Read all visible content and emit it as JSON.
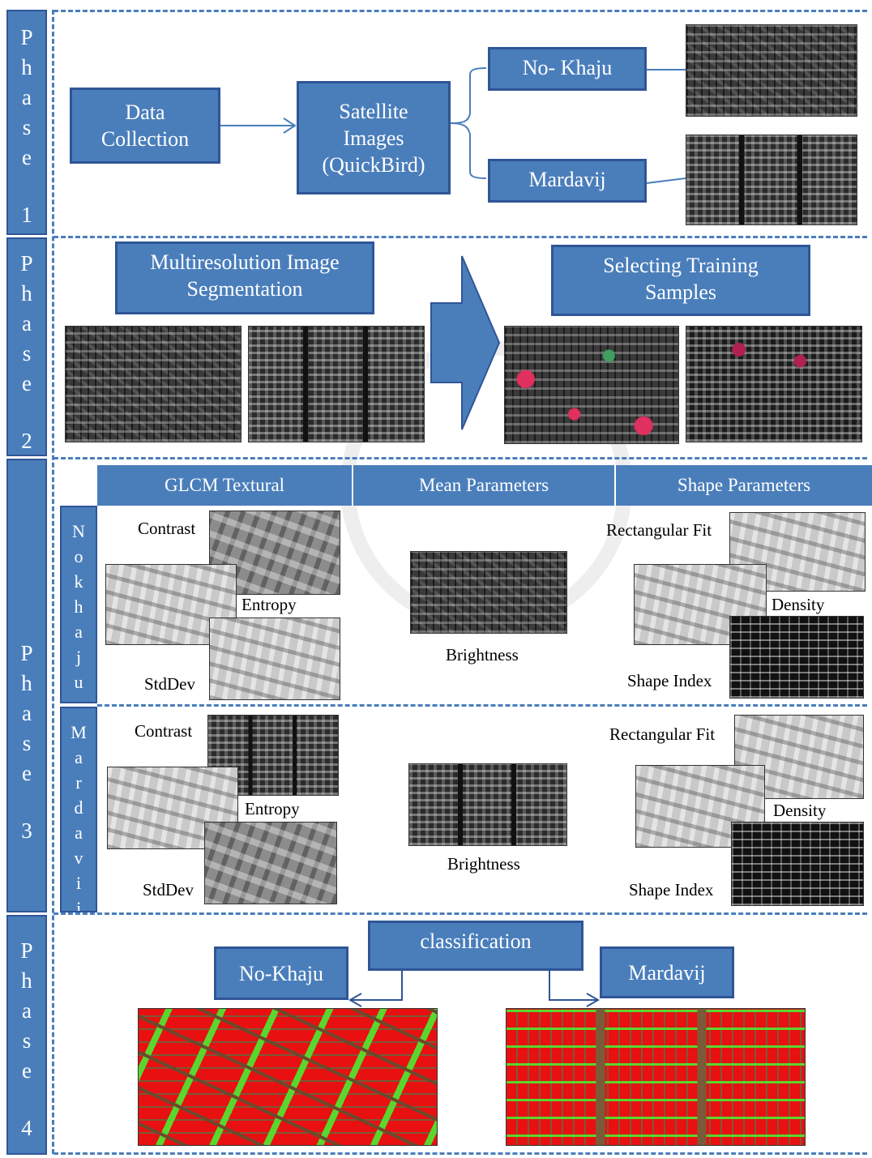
{
  "phases": [
    {
      "letters": [
        "P",
        "h",
        "a",
        "s",
        "e"
      ],
      "number": "1"
    },
    {
      "letters": [
        "P",
        "h",
        "a",
        "s",
        "e"
      ],
      "number": "2"
    },
    {
      "letters": [
        "P",
        "h",
        "a",
        "s",
        "e"
      ],
      "number": "3"
    },
    {
      "letters": [
        "P",
        "h",
        "a",
        "s",
        "e"
      ],
      "number": "4"
    }
  ],
  "phase1": {
    "data_collection": "Data Collection",
    "satellite_images": "Satellite Images (QuickBird)",
    "no_khaju": "No- Khaju",
    "mardavij": "Mardavij"
  },
  "phase2": {
    "segmentation": "Multiresolution Image Segmentation",
    "training": "Selecting Training Samples"
  },
  "phase3": {
    "headers": [
      "GLCM Textural",
      "Mean Parameters",
      "Shape Parameters"
    ],
    "rows": [
      {
        "letters": [
          "N",
          "o",
          "k",
          "h",
          "a",
          "j",
          "u"
        ]
      },
      {
        "letters": [
          "M",
          "a",
          "r",
          "d",
          "a",
          "v",
          "i",
          "j"
        ]
      }
    ],
    "labels": {
      "contrast": "Contrast",
      "entropy": "Entropy",
      "stddev": "StdDev",
      "brightness": "Brightness",
      "rect_fit": "Rectangular Fit",
      "density": "Density",
      "shape_index": "Shape Index"
    }
  },
  "phase4": {
    "classification": "classification",
    "no_khaju": "No-Khaju",
    "mardavij": "Mardavij"
  },
  "colors": {
    "accent": "#4a7ebb",
    "border": "#2f5597",
    "building": "#e81010",
    "vegetation": "#5ad62e",
    "road": "#7a5a38"
  }
}
